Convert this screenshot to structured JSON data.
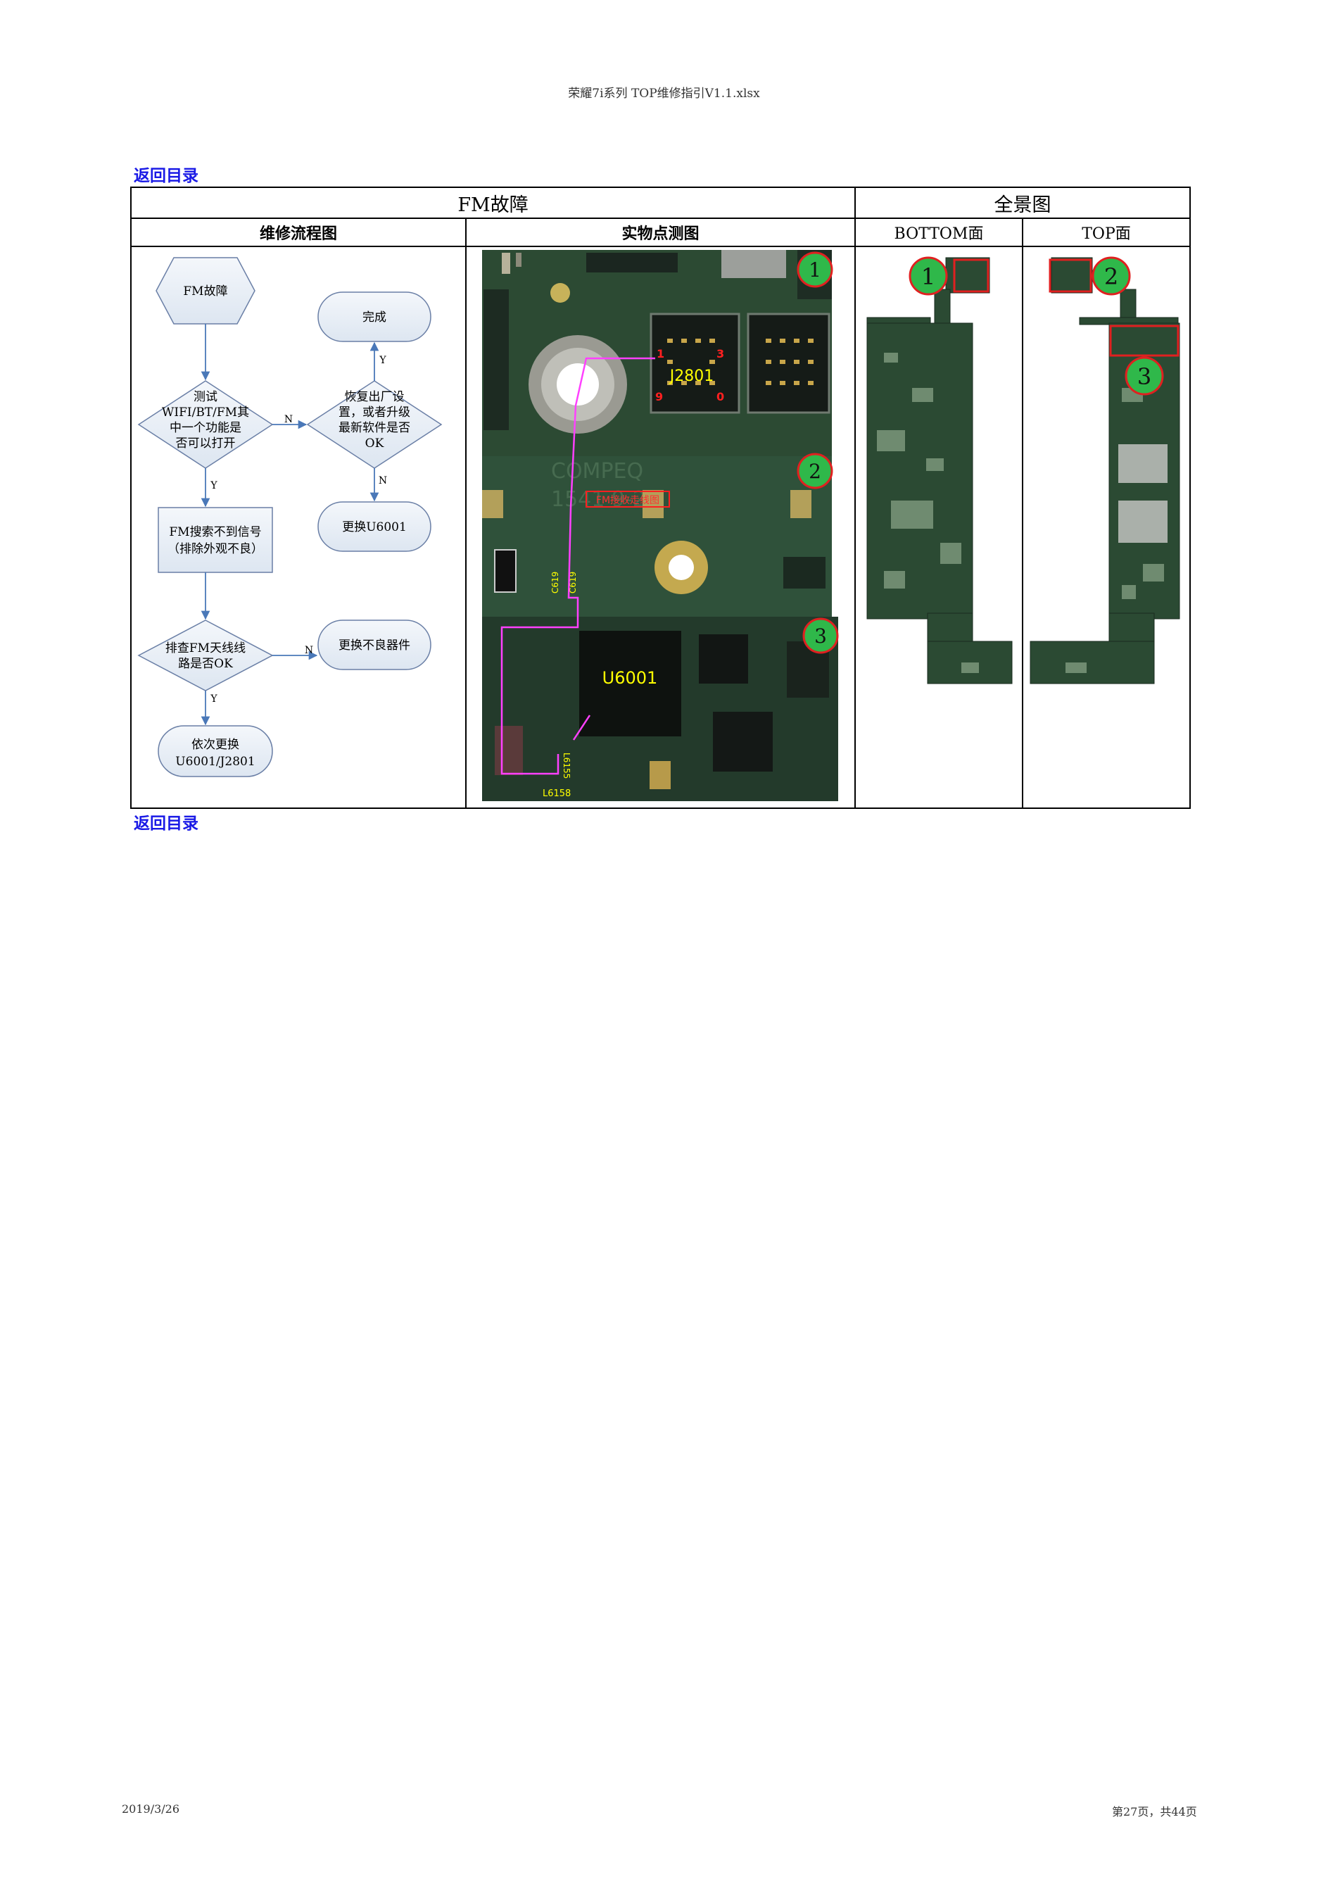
{
  "header_title": "荣耀7i系列 TOP维修指引V1.1.xlsx",
  "back_link": "返回目录",
  "table": {
    "title_left": "FM故障",
    "title_right": "全景图",
    "col_flow": "维修流程图",
    "col_photo": "实物点测图",
    "col_bottom": "BOTTOM面",
    "col_top": "TOP面"
  },
  "flow": {
    "start": "FM故障",
    "test_l1": "测试",
    "test_l2": "WIFI/BT/FM其",
    "test_l3": "中一个功能是",
    "test_l4": "否可以打开",
    "restore_l1": "恢复出厂设",
    "restore_l2": "置，或者升级",
    "restore_l3": "最新软件是否",
    "restore_l4": "OK",
    "done": "完成",
    "replace_u6001": "更换U6001",
    "search_l1": "FM搜索不到信号",
    "search_l2": "（排除外观不良）",
    "antenna_l1": "排查FM天线线",
    "antenna_l2": "路是否OK",
    "replace_bad": "更换不良器件",
    "replace_seq_l1": "依次更换",
    "replace_seq_l2": "U6001/J2801",
    "y": "Y",
    "n": "N"
  },
  "photo": {
    "marker1": "1",
    "marker2": "2",
    "marker3": "3",
    "j2801": "J2801",
    "pin1": "1",
    "pin3": "3",
    "pin9": "9",
    "pin0": "0",
    "fm_trace_label": "FM接收走线图",
    "u6001": "U6001",
    "c1": "C619",
    "c2": "C619",
    "l6155": "L6155",
    "l6158": "L6158",
    "board_text": "COMPEQ",
    "board_text2": "1541 9-2"
  },
  "overview": {
    "bottom_marker": "1",
    "top_marker2": "2",
    "top_marker3": "3"
  },
  "footer_date": "2019/3/26",
  "footer_page": "第27页，共44页"
}
